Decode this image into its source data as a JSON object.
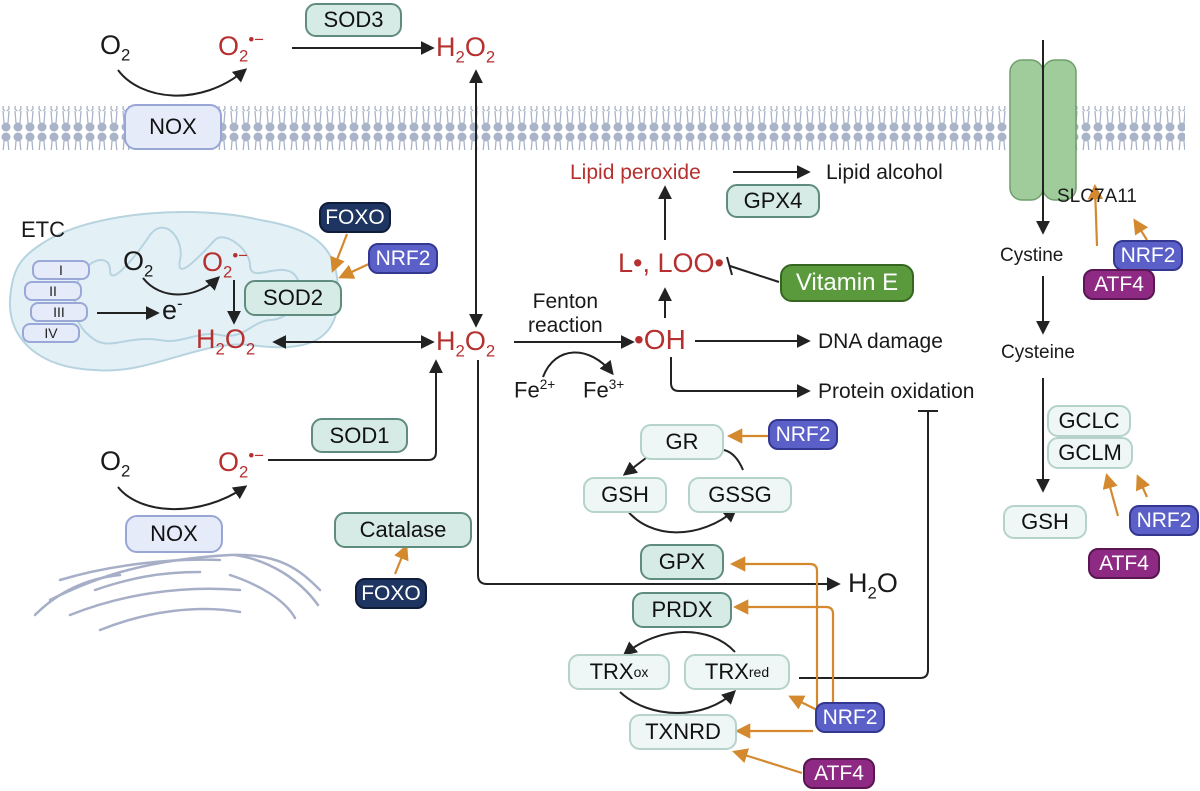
{
  "colors": {
    "ros_red": "#b5302f",
    "enzyme_fill": "#d6ebe6",
    "enzyme_light_fill": "#eef7f5",
    "nox_fill": "#e6ebfa",
    "foxo": "#1e3461",
    "nrf2": "#5b5fc8",
    "atf4": "#8e2a83",
    "vitamin_e": "#5a9a3c",
    "regulation_arrow": "#d4892f",
    "membrane": "#a9b4c8",
    "transporter": "#9fcc9a"
  },
  "extracellular": {
    "o2": "O",
    "o2_sub": "2",
    "superoxide": "O",
    "superoxide_sub": "2",
    "superoxide_sup": "•−",
    "h2o2": {
      "a": "H",
      "sub1": "2",
      "b": "O",
      "sub2": "2"
    },
    "sod3": "SOD3",
    "nox": "NOX"
  },
  "mitochondria": {
    "etc_label": "ETC",
    "complexes": [
      "I",
      "II",
      "III",
      "IV"
    ],
    "o2": "O",
    "o2_sub": "2",
    "electron": "e",
    "electron_sup": "-",
    "superoxide": "O",
    "superoxide_sub": "2",
    "superoxide_sup": "•−",
    "h2o2": {
      "a": "H",
      "sub1": "2",
      "b": "O",
      "sub2": "2"
    },
    "sod2": "SOD2",
    "foxo": "FOXO",
    "nrf2": "NRF2"
  },
  "cytosol": {
    "h2o2": {
      "a": "H",
      "sub1": "2",
      "b": "O",
      "sub2": "2"
    },
    "fenton_line1": "Fenton",
    "fenton_line2": "reaction",
    "fe2": "Fe",
    "fe2_sup": "2+",
    "fe3": "Fe",
    "fe3_sup": "3+",
    "oh_radical": "•OH",
    "lipid_radicals": "L•, LOO•",
    "lipid_peroxide": "Lipid peroxide",
    "lipid_alcohol": "Lipid alcohol",
    "gpx4": "GPX4",
    "vitamin_e": "Vitamin E",
    "dna_damage": "DNA damage",
    "protein_oxidation": "Protein oxidation",
    "h2o": {
      "a": "H",
      "sub": "2",
      "b": "O"
    }
  },
  "er": {
    "o2": "O",
    "o2_sub": "2",
    "superoxide": "O",
    "superoxide_sub": "2",
    "superoxide_sup": "•−",
    "nox": "NOX",
    "sod1": "SOD1",
    "catalase": "Catalase",
    "foxo": "FOXO"
  },
  "glutathione_cycle": {
    "gr": "GR",
    "gsh": "GSH",
    "gssg": "GSSG",
    "gpx": "GPX",
    "nrf2": "NRF2"
  },
  "thioredoxin_cycle": {
    "prdx": "PRDX",
    "trx_ox": "TRX",
    "trx_ox_sub": "ox",
    "trx_red": "TRX",
    "trx_red_sub": "red",
    "txnrd": "TXNRD",
    "nrf2": "NRF2",
    "atf4": "ATF4"
  },
  "cystine_pathway": {
    "transporter": "SLC7A11",
    "cystine": "Cystine",
    "cysteine": "Cysteine",
    "gclc": "GCLC",
    "gclm": "GCLM",
    "gsh": "GSH",
    "nrf2_transporter": "NRF2",
    "atf4_transporter": "ATF4",
    "nrf2_gcl": "NRF2",
    "atf4_gcl": "ATF4"
  }
}
